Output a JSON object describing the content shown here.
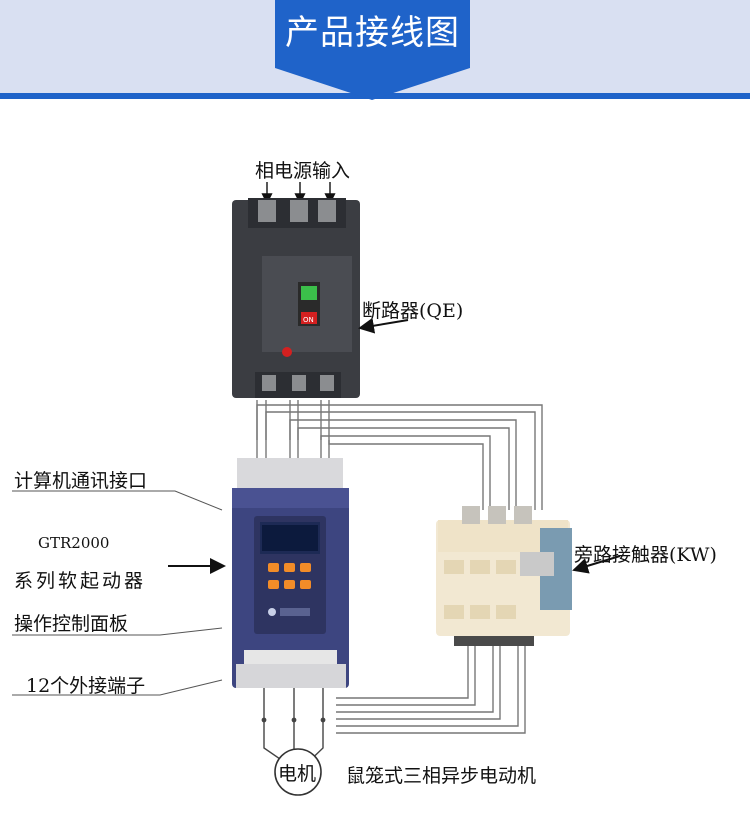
{
  "header": {
    "title": "产品接线图"
  },
  "labels": {
    "three_phase_input": "相电源输入",
    "breaker": "断路器(QE)",
    "computer_port": "计算机通讯接口",
    "model": "GTR2000",
    "soft_starter": "系列软起动器",
    "control_panel": "操作控制面板",
    "terminals": "12个外接端子",
    "bypass_contactor": "旁路接触器(KW)",
    "motor_symbol": "电机",
    "motor_desc": "鼠笼式三相异步电动机"
  },
  "breaker_panel": {
    "on_label": "ON"
  }
}
